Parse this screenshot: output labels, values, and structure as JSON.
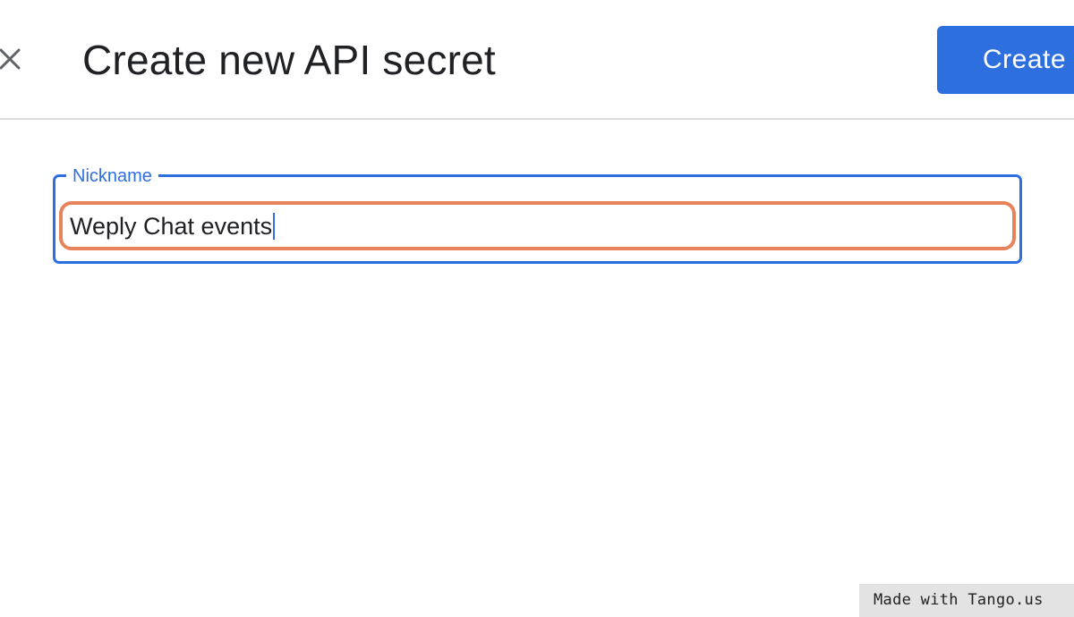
{
  "header": {
    "title": "Create new API secret",
    "close_icon": "close-icon",
    "create_label": "Create"
  },
  "form": {
    "nickname_label": "Nickname",
    "nickname_value": "Weply Chat events"
  },
  "colors": {
    "accent": "#2e6fe0",
    "highlight": "#e8825a",
    "divider": "#dadce0"
  },
  "watermark": "Made with Tango.us"
}
